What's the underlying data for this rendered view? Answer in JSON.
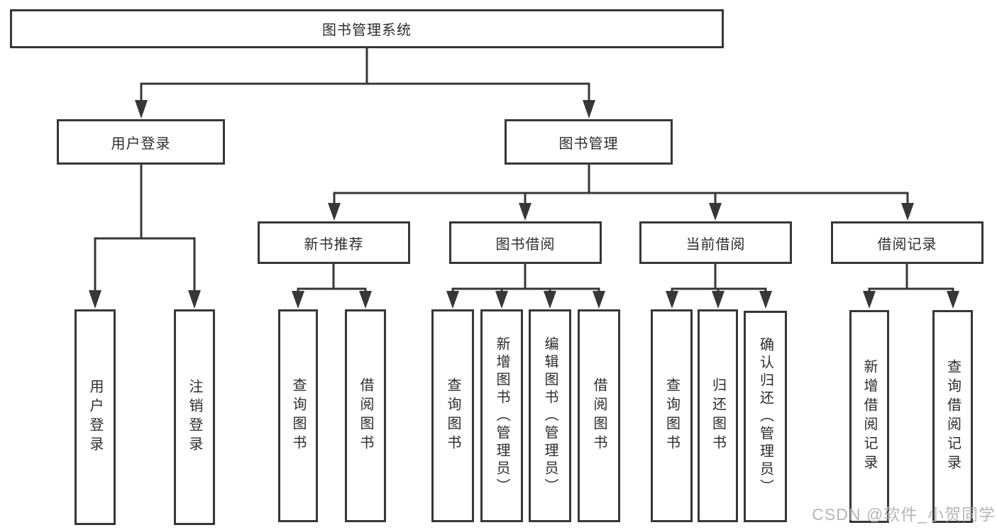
{
  "diagram_title": "图书管理系统",
  "tree": {
    "label": "图书管理系统",
    "children": [
      {
        "label": "用户登录",
        "children": [
          {
            "label": "用户登录"
          },
          {
            "label": "注销登录"
          }
        ]
      },
      {
        "label": "图书管理",
        "children": [
          {
            "label": "新书推荐",
            "children": [
              {
                "label": "查询图书"
              },
              {
                "label": "借阅图书"
              }
            ]
          },
          {
            "label": "图书借阅",
            "children": [
              {
                "label": "查询图书"
              },
              {
                "label": "新增图书（管理员）"
              },
              {
                "label": "编辑图书（管理员）"
              },
              {
                "label": "借阅图书"
              }
            ]
          },
          {
            "label": "当前借阅",
            "children": [
              {
                "label": "查询图书"
              },
              {
                "label": "归还图书"
              },
              {
                "label": "确认归还（管理员）"
              }
            ]
          },
          {
            "label": "借阅记录",
            "children": [
              {
                "label": "新增借阅记录"
              },
              {
                "label": "查询借阅记录"
              }
            ]
          }
        ]
      }
    ]
  },
  "watermark": "CSDN @软件_小贺同学",
  "colors": {
    "line": "#373737",
    "text": "#2d2d2d",
    "background": "#ffffff",
    "watermark": "#b0b0b0"
  }
}
